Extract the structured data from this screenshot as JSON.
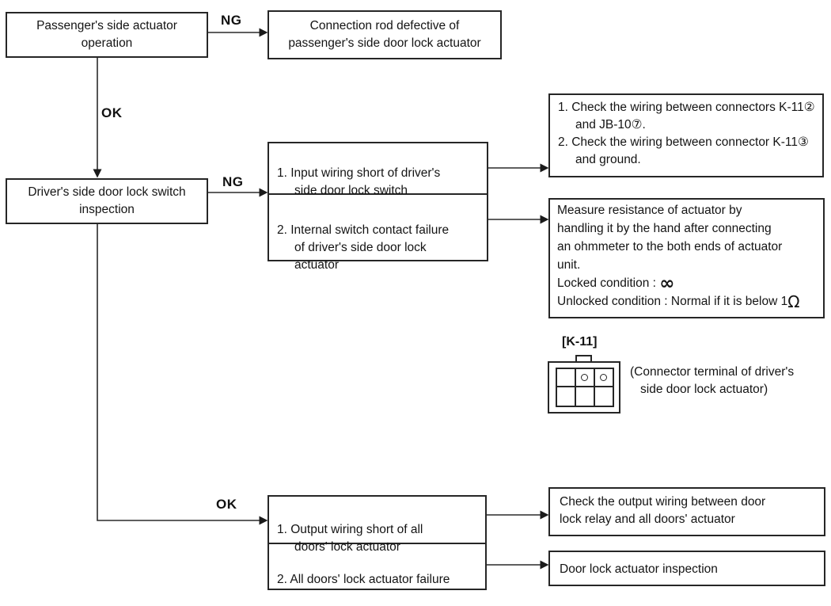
{
  "nodes": {
    "passenger_operation": "Passenger's side actuator\noperation",
    "connection_rod_defect": "Connection rod defective of\npassenger's side door lock actuator",
    "driver_switch_inspection": "Driver's side door lock switch\ninspection",
    "driver_ng_causes": {
      "item1": "1. Input wiring short of driver's\nside door lock switch",
      "item2": "2. Internal switch contact failure\nof driver's side door lock\nactuator"
    },
    "wiring_checks": {
      "item1": "1. Check the wiring between connectors\nK-11② and JB-10⑦.",
      "item2": "2. Check the wiring between connector\nK-11③ and ground."
    },
    "measure_resistance": {
      "body": "Measure resistance of actuator by\nhandling it by the hand after connecting\nan ohmmeter to the both ends of actuator\nunit.",
      "locked_label": "Locked condition : ",
      "locked_symbol": "∞",
      "unlocked_label": "Unlocked condition : Normal if it is below 1",
      "unlocked_symbol": "Ω"
    },
    "ok_causes": {
      "item1": "1. Output wiring short of all\ndoors' lock actuator",
      "item2": "2. All doors' lock actuator failure"
    },
    "output_wiring_check": "Check the output wiring between door\nlock relay and all doors' actuator",
    "actuator_inspection": "Door lock actuator inspection"
  },
  "edge_labels": {
    "ng_top": "NG",
    "ok_top": "OK",
    "ng_mid": "NG",
    "ok_bottom": "OK"
  },
  "connector": {
    "name": "[K-11]",
    "caption_line1": "(Connector terminal of driver's",
    "caption_line2": "side door lock actuator)"
  },
  "colors": {
    "line": "#262626",
    "background": "#ffffff",
    "text": "#141414"
  }
}
